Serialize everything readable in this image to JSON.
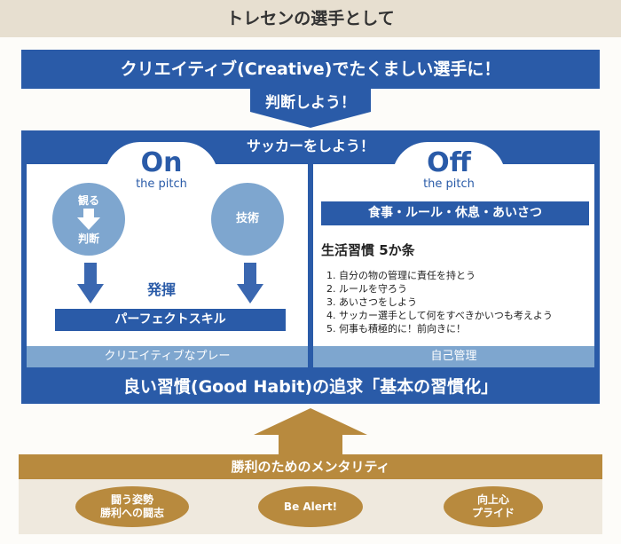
{
  "header": {
    "title": "トレセンの選手として"
  },
  "banner_top": "クリエイティブ(Creative)でたくましい選手に！",
  "arrow_label": "判断しよう！",
  "main": {
    "header": "サッカーをしよう！",
    "left": {
      "tab_big": "On",
      "tab_small": "the pitch",
      "circle1_top": "観る",
      "circle1_bottom": "判断",
      "circle2": "技術",
      "exert_label": "発揮",
      "skill_bar": "パーフェクトスキル",
      "bottom_bar": "クリエイティブなプレー"
    },
    "right": {
      "tab_big": "Off",
      "tab_small": "the pitch",
      "food_bar": "食事・ルール・休息・あいさつ",
      "habits_heading": "生活習慣 5か条",
      "habits": [
        "1. 自分の物の管理に責任を持とう",
        "2. ルールを守ろう",
        "3. あいさつをしよう",
        "4. サッカー選手として何をすべきかいつも考えよう",
        "5. 何事も積極的に！前向きに！"
      ],
      "bottom_bar": "自己管理"
    },
    "good_habit": "良い習慣(Good Habit)の追求「基本の習慣化」"
  },
  "mentality": {
    "label": "勝利のためのメンタリティ",
    "pills": [
      {
        "line1": "闘う姿勢",
        "line2": "勝利への闘志"
      },
      {
        "line1": "Be Alert!",
        "line2": ""
      },
      {
        "line1": "向上心",
        "line2": "プライド"
      }
    ]
  },
  "colors": {
    "primary_blue": "#2a5ba8",
    "light_blue": "#7ea6cf",
    "gold": "#b88a3e",
    "beige": "#e7dfd0"
  }
}
